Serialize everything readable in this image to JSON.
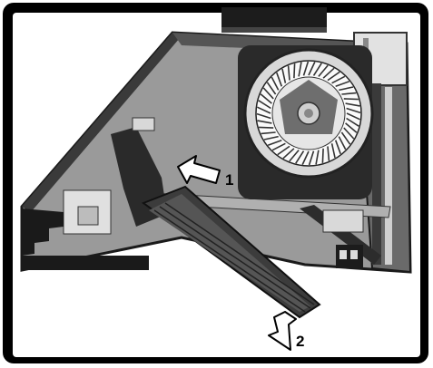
{
  "callouts": [
    {
      "id": "1",
      "label": "1"
    },
    {
      "id": "2",
      "label": "2"
    }
  ],
  "colors": {
    "frame": "#000000",
    "background": "#ffffff",
    "housing_fill": "#9a9a9a",
    "housing_dark": "#2a2a2a",
    "blower_hub": "#6e6e6e",
    "arrow_fill": "#ffffff",
    "arrow_stroke": "#000000"
  }
}
